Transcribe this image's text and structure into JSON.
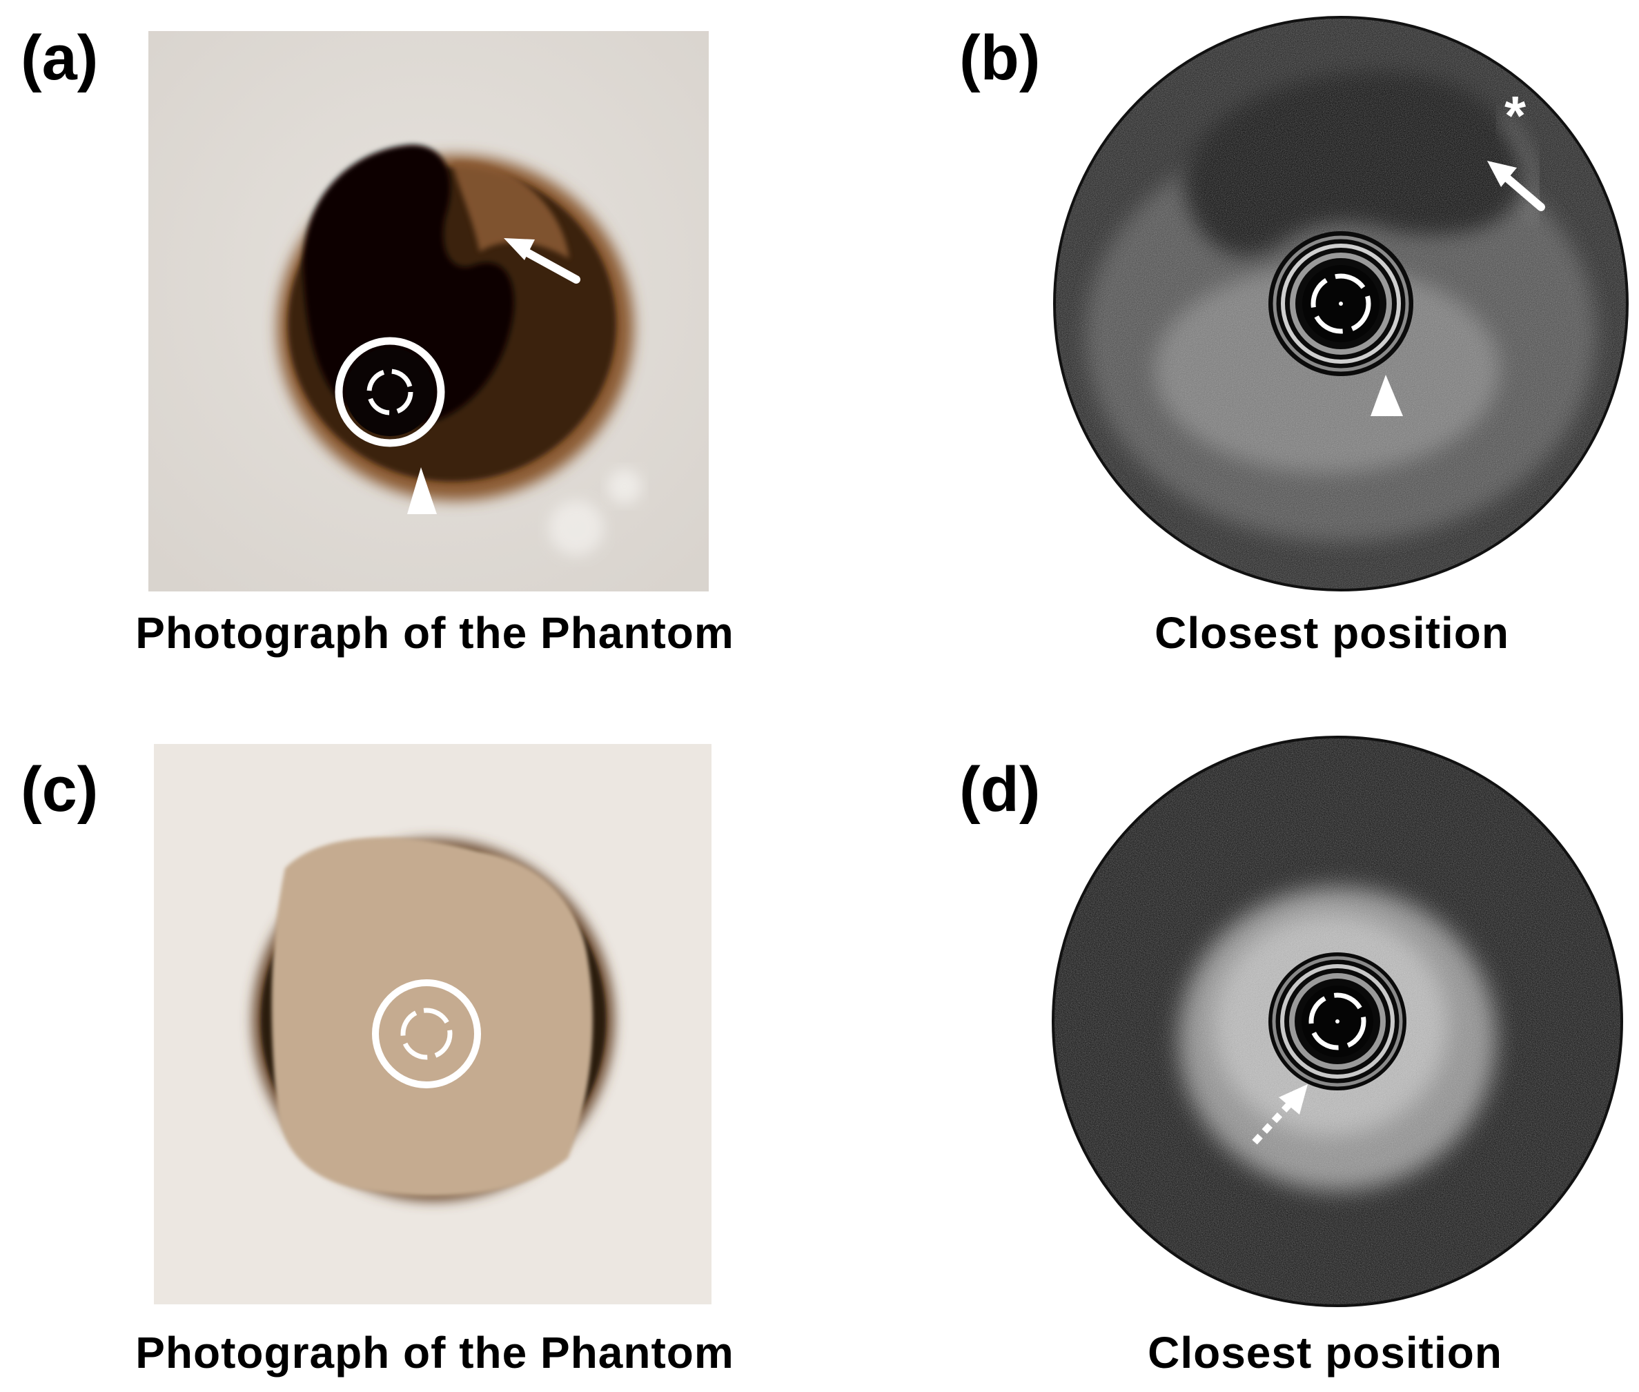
{
  "panels": [
    {
      "label": "(a)",
      "caption": "Photograph of the Phantom"
    },
    {
      "label": "(b)",
      "caption": "Closest position"
    },
    {
      "label": "(c)",
      "caption": "Photograph of the Phantom"
    },
    {
      "label": "(d)",
      "caption": "Closest position"
    }
  ],
  "annotations": {
    "asterisk": "*"
  },
  "colors": {
    "background": "#ffffff",
    "phantom_white": "#e9e4df",
    "cavity_dark": "#120804",
    "insert_tan": "#c9b095",
    "marker": "#ffffff"
  }
}
